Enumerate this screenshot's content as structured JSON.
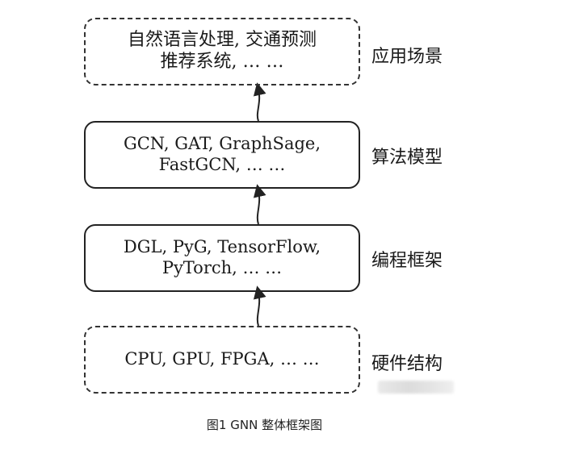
{
  "layers": [
    {
      "id": "app",
      "border": "dashed",
      "lines": [
        "自然语言处理, 交通预测",
        "推荐系统, … …"
      ],
      "label": "应用场景"
    },
    {
      "id": "algo",
      "border": "solid",
      "lines": [
        "GCN, GAT, GraphSage,",
        "FastGCN, … …"
      ],
      "label": "算法模型"
    },
    {
      "id": "fw",
      "border": "solid",
      "lines": [
        "DGL, PyG, TensorFlow,",
        "PyTorch, … …"
      ],
      "label": "编程框架"
    },
    {
      "id": "hw",
      "border": "dashed",
      "lines": [
        "CPU, GPU, FPGA, … …"
      ],
      "label": "硬件结构"
    }
  ],
  "caption": "图1 GNN 整体框架图",
  "colors": {
    "stroke": "#222222",
    "text": "#1a1a1a",
    "background": "#ffffff"
  }
}
